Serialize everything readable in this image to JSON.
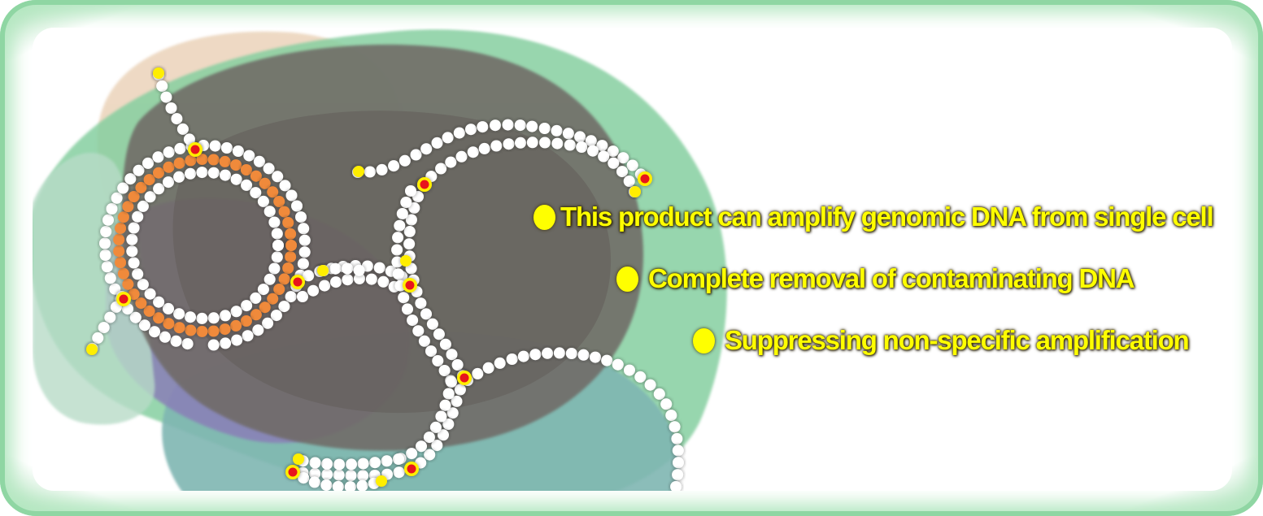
{
  "features": [
    {
      "text": "This product can amplify  genomic DNA from single cell"
    },
    {
      "text": "Complete removal of contaminating DNA"
    },
    {
      "text": "Suppressing non-specific amplification"
    }
  ],
  "colors": {
    "frame_green": "#8fd6a3",
    "text_yellow": "#ffff00",
    "bead_white": "#ffffff",
    "bead_orange": "#f08a3a",
    "marker_red": "#e8141c",
    "marker_yellow": "#ffee00"
  },
  "icons": [
    "bullet-dot-icon",
    "dna-strand-illustration"
  ]
}
